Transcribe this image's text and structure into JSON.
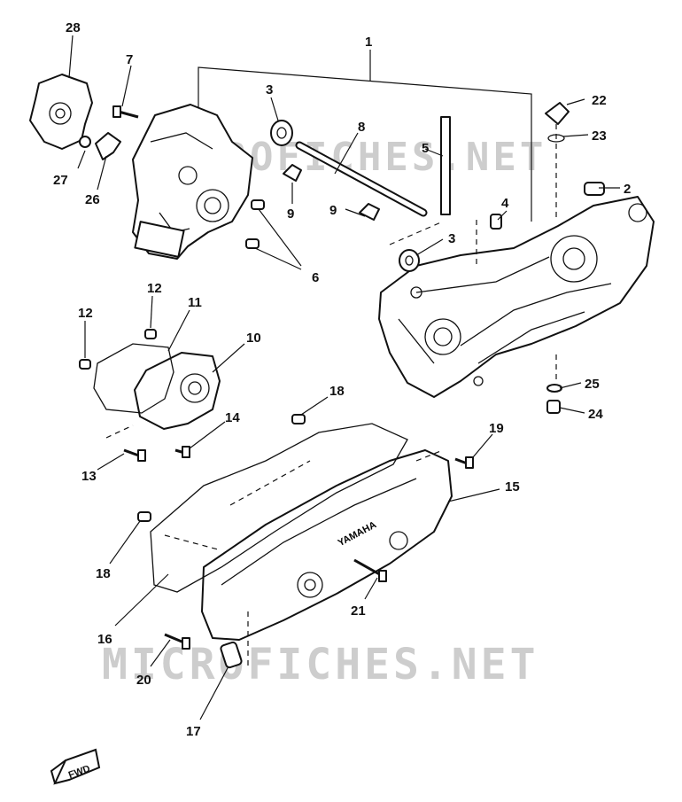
{
  "watermark": "MICROFICHES.NET",
  "fwd_label": "FWD",
  "case_brand": "YAMAHA",
  "callouts": {
    "c1": "1",
    "c2": "2",
    "c3a": "3",
    "c3b": "3",
    "c4": "4",
    "c5": "5",
    "c6": "6",
    "c7": "7",
    "c8": "8",
    "c9a": "9",
    "c9b": "9",
    "c10": "10",
    "c11": "11",
    "c12a": "12",
    "c12b": "12",
    "c13": "13",
    "c14": "14",
    "c15": "15",
    "c16": "16",
    "c17": "17",
    "c18a": "18",
    "c18b": "18",
    "c19": "19",
    "c20": "20",
    "c21": "21",
    "c22": "22",
    "c23": "23",
    "c24": "24",
    "c25": "25",
    "c26": "26",
    "c27": "27",
    "c28": "28"
  }
}
